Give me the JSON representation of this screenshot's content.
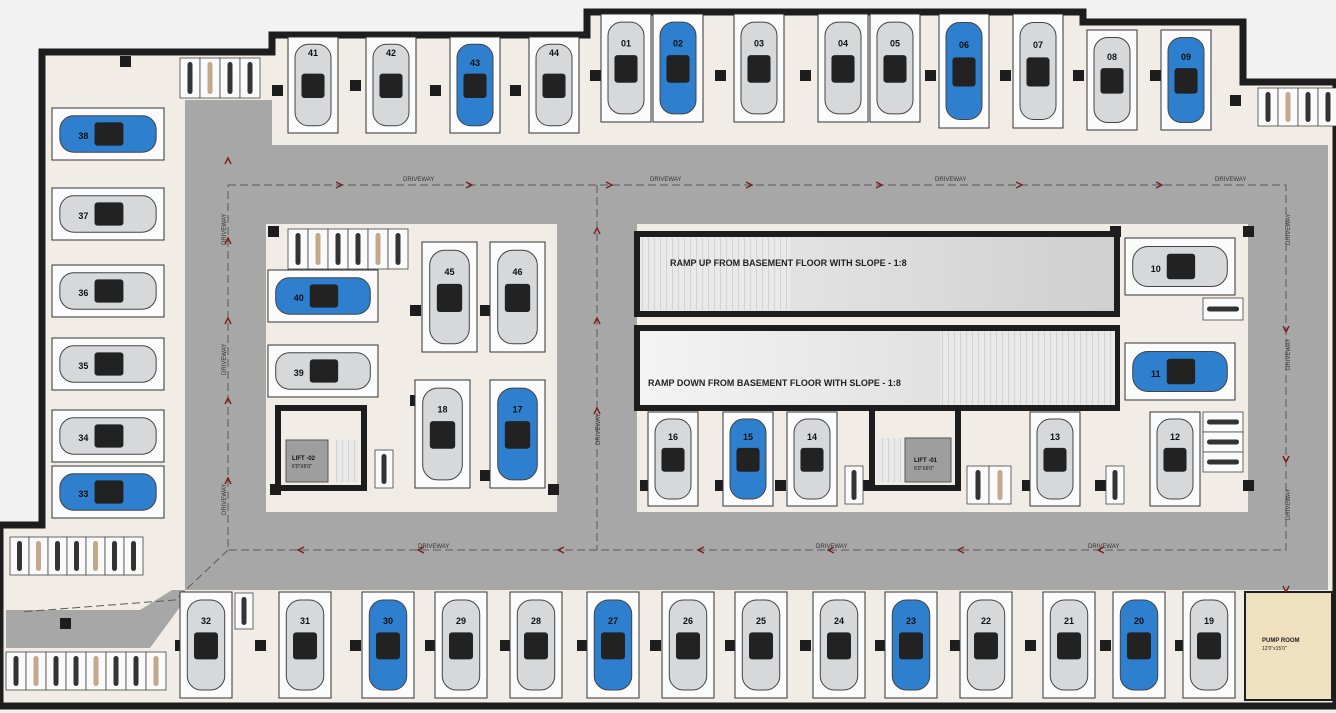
{
  "labels": {
    "driveway": "DRIVEWAY",
    "ramp_up": "RAMP UP FROM BASEMENT FLOOR WITH SLOPE - 1:8",
    "ramp_down": "RAMP DOWN FROM BASEMENT FLOOR WITH SLOPE - 1:8",
    "lift_01": "LIFT -01",
    "lift_01_size": "6'0\"X6'0\"",
    "lift_02": "LIFT -02",
    "lift_02_size": "6'0\"X6'0\"",
    "pump_room": "PUMP ROOM",
    "pump_room_size": "12'0\"x15'0\""
  },
  "colors": {
    "wall": "#1d1d1d",
    "floor": "#f1ede6",
    "driveway": "#a7a7a7",
    "blue_car": "#2f7fcf",
    "silver_car": "#d6d8da",
    "arrow": "#7a1f1f",
    "pump_room": "#efe1bf"
  },
  "parking_slots": [
    {
      "number": "01",
      "color": "silver"
    },
    {
      "number": "02",
      "color": "blue"
    },
    {
      "number": "03",
      "color": "silver"
    },
    {
      "number": "04",
      "color": "silver"
    },
    {
      "number": "05",
      "color": "silver"
    },
    {
      "number": "06",
      "color": "blue"
    },
    {
      "number": "07",
      "color": "silver"
    },
    {
      "number": "08",
      "color": "silver"
    },
    {
      "number": "09",
      "color": "blue"
    },
    {
      "number": "10",
      "color": "silver"
    },
    {
      "number": "11",
      "color": "blue"
    },
    {
      "number": "12",
      "color": "silver"
    },
    {
      "number": "13",
      "color": "silver"
    },
    {
      "number": "14",
      "color": "silver"
    },
    {
      "number": "15",
      "color": "blue"
    },
    {
      "number": "16",
      "color": "silver"
    },
    {
      "number": "17",
      "color": "blue"
    },
    {
      "number": "18",
      "color": "silver"
    },
    {
      "number": "19",
      "color": "silver"
    },
    {
      "number": "20",
      "color": "blue"
    },
    {
      "number": "21",
      "color": "silver"
    },
    {
      "number": "22",
      "color": "silver"
    },
    {
      "number": "23",
      "color": "blue"
    },
    {
      "number": "24",
      "color": "silver"
    },
    {
      "number": "25",
      "color": "silver"
    },
    {
      "number": "26",
      "color": "silver"
    },
    {
      "number": "27",
      "color": "blue"
    },
    {
      "number": "28",
      "color": "silver"
    },
    {
      "number": "29",
      "color": "silver"
    },
    {
      "number": "30",
      "color": "blue"
    },
    {
      "number": "31",
      "color": "silver"
    },
    {
      "number": "32",
      "color": "silver"
    },
    {
      "number": "33",
      "color": "blue"
    },
    {
      "number": "34",
      "color": "silver"
    },
    {
      "number": "35",
      "color": "silver"
    },
    {
      "number": "36",
      "color": "silver"
    },
    {
      "number": "37",
      "color": "silver"
    },
    {
      "number": "38",
      "color": "blue"
    },
    {
      "number": "39",
      "color": "silver"
    },
    {
      "number": "40",
      "color": "blue"
    },
    {
      "number": "41",
      "color": "silver"
    },
    {
      "number": "42",
      "color": "silver"
    },
    {
      "number": "43",
      "color": "blue"
    },
    {
      "number": "44",
      "color": "silver"
    },
    {
      "number": "45",
      "color": "silver"
    },
    {
      "number": "46",
      "color": "silver"
    }
  ]
}
